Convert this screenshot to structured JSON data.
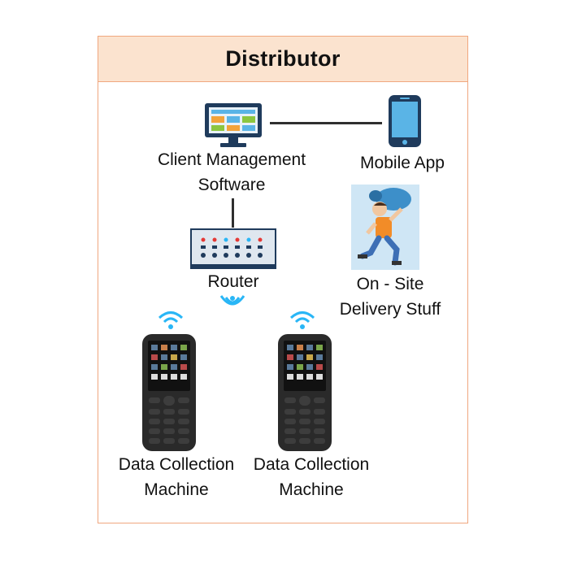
{
  "header": {
    "title": "Distributor"
  },
  "nodes": {
    "client_software": {
      "label_line1": "Client Management",
      "label_line2": "Software",
      "icon": "monitor-icon"
    },
    "mobile_app": {
      "label": "Mobile App",
      "icon": "smartphone-icon"
    },
    "router": {
      "label": "Router",
      "icon": "router-icon"
    },
    "delivery": {
      "label_line1": "On - Site",
      "label_line2": "Delivery Stuff",
      "icon": "delivery-person-icon"
    },
    "machine_1": {
      "label_line1": "Data Collection",
      "label_line2": "Machine",
      "icon": "handheld-terminal-icon"
    },
    "machine_2": {
      "label_line1": "Data Collection",
      "label_line2": "Machine",
      "icon": "handheld-terminal-icon"
    }
  },
  "colors": {
    "border": "#f0a77f",
    "header_bg": "#fbe3cf",
    "device_navy": "#1f3b5c",
    "screen_blue": "#5ab4e6",
    "wifi": "#29b6f6",
    "connector": "#2f2f2f"
  }
}
